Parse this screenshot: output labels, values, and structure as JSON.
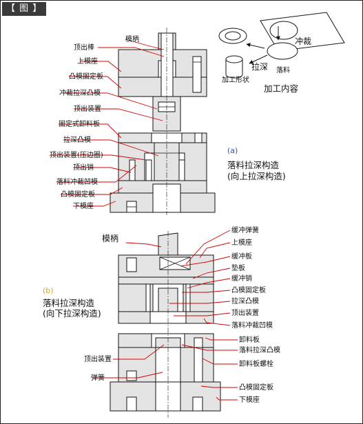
{
  "badge": "【 图 】",
  "diagram_a": {
    "section_tag": "(a)",
    "section_color": "#3a4fd0",
    "title": "落料拉深构造",
    "subtitle": "(向上拉深构造)",
    "process": {
      "title": "加工内容",
      "punching": "冲裁",
      "drawing": "拉深",
      "blank": "落料",
      "formed_shape": "加工形状"
    },
    "labels": [
      "模柄",
      "顶出棒",
      "上模座",
      "凸模固定板",
      "冲裁拉深凸模",
      "顶出装置",
      "固定式卸料板",
      "拉深凸模",
      "顶出装置(压边圈)",
      "顶出销",
      "落料冲裁凹模",
      "凸模固定板",
      "下模座"
    ]
  },
  "diagram_b": {
    "section_tag": "(b)",
    "section_color": "#e0a800",
    "title": "落料拉深构造",
    "subtitle": "(向下拉深构造)",
    "left_labels": [
      "模柄",
      "顶出装置",
      "弹簧"
    ],
    "right_labels": [
      "缓冲弹簧",
      "上模座",
      "缓冲板",
      "垫板",
      "缓冲销",
      "凸模固定板",
      "拉深凸模",
      "顶出装置",
      "落料冲裁凹模",
      "卸料板",
      "落料拉深凸模",
      "卸料板螺栓",
      "凸模固定板",
      "下模座"
    ]
  }
}
